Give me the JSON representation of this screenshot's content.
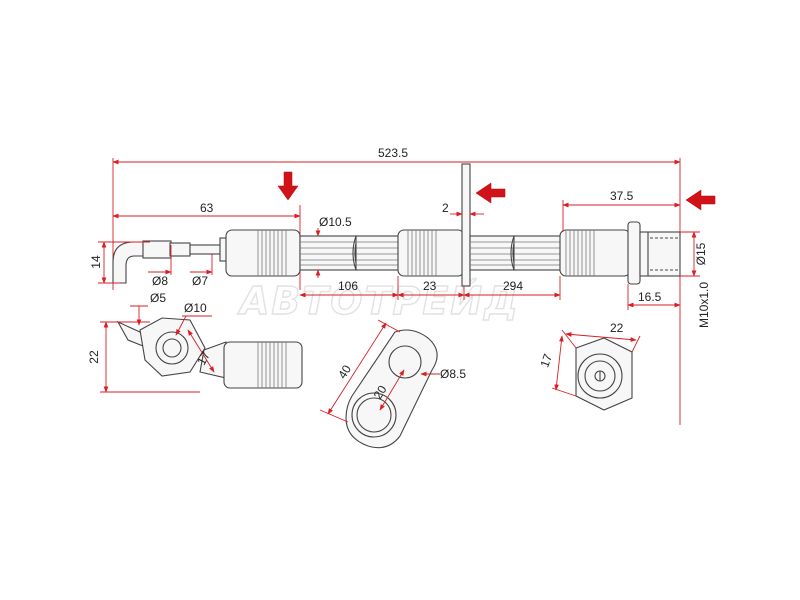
{
  "watermark": "АВТОТРЕЙД",
  "colors": {
    "dimension": "#d81f26",
    "marker": "#d0121b",
    "outline": "#444444"
  },
  "dimensions": {
    "overall_length": "523.5",
    "left_fitting_length": "63",
    "bracket_thickness": "2",
    "right_fitting_length": "37.5",
    "hose_dia": "Ø10.5",
    "left_height": "14",
    "left_tube_dia_outer": "Ø8",
    "left_tube_dia_inner": "Ø7",
    "seg_106": "106",
    "seg_23": "23",
    "seg_294": "294",
    "right_dia": "Ø15",
    "right_tail": "16.5",
    "thread": "M10x1.0",
    "banjo_hole": "Ø5",
    "banjo_dia": "Ø10",
    "banjo_height": "22",
    "banjo_hex": "17",
    "bracket_width": "40",
    "bracket_spacing": "20",
    "bracket_hole": "Ø8.5",
    "hex_across": "22",
    "hex_height": "17"
  }
}
